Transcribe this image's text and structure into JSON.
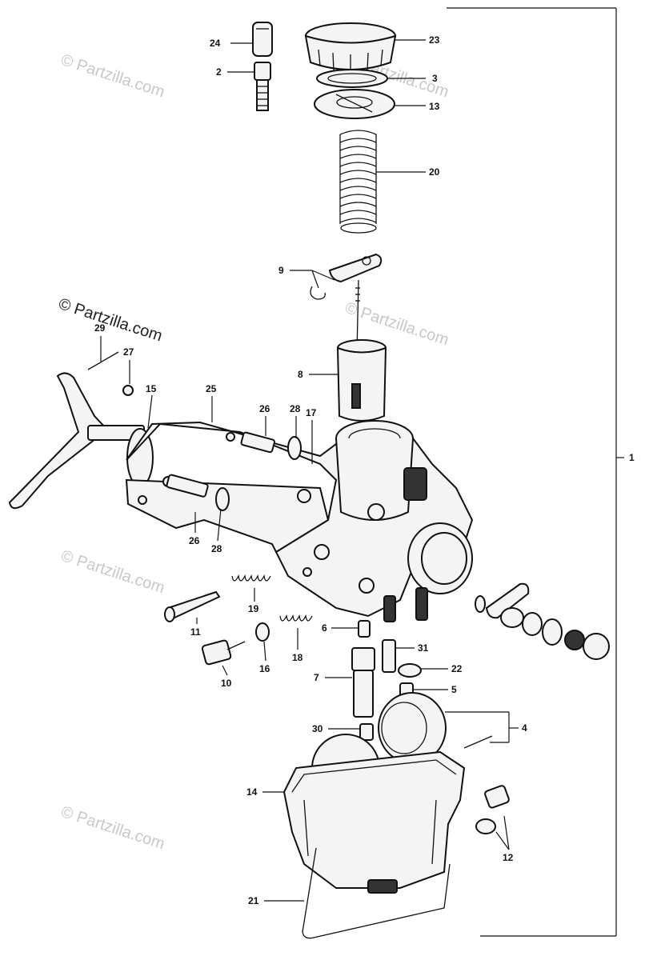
{
  "watermark": "© Partzilla.com",
  "watermark_faint": "© Partzilla.com",
  "callouts": {
    "c1": "1",
    "c2": "2",
    "c3": "3",
    "c4": "4",
    "c5": "5",
    "c6": "6",
    "c7": "7",
    "c8": "8",
    "c9": "9",
    "c10": "10",
    "c11": "11",
    "c12": "12",
    "c13": "13",
    "c14": "14",
    "c15": "15",
    "c16": "16",
    "c17": "17",
    "c18": "18",
    "c19": "19",
    "c20": "20",
    "c21": "21",
    "c22": "22",
    "c23": "23",
    "c24": "24",
    "c25": "25",
    "c26a": "26",
    "c26b": "26",
    "c27": "27",
    "c28a": "28",
    "c28b": "28",
    "c29": "29",
    "c30": "30",
    "c31": "31"
  }
}
